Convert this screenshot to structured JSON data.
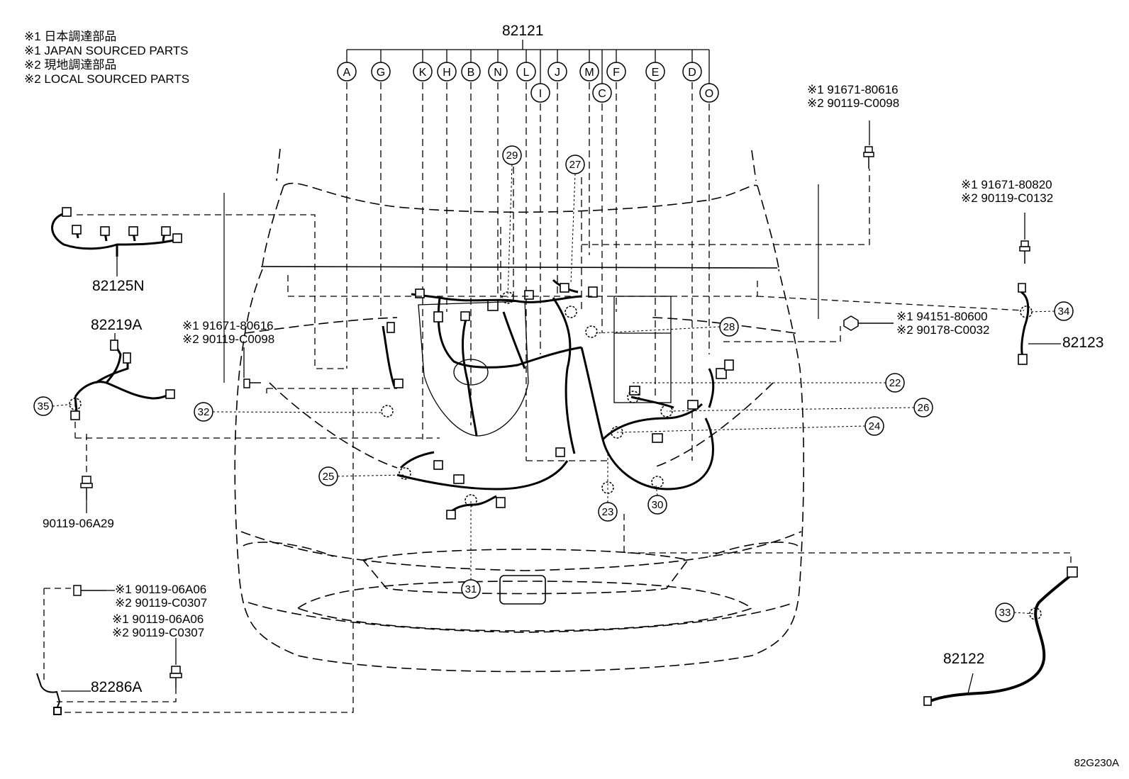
{
  "legend": [
    "※1 日本調達部品",
    "※1 JAPAN SOURCED PARTS",
    "※2 現地調達部品",
    "※2 LOCAL SOURCED PARTS"
  ],
  "harness_main": "82121",
  "connector_letters_row1": [
    "A",
    "G",
    "K",
    "H",
    "B",
    "N",
    "L",
    "J",
    "M",
    "F",
    "E",
    "D"
  ],
  "connector_letters_row2": [
    "I",
    "C",
    "O"
  ],
  "parts": {
    "p82125N": "82125N",
    "p82219A": "82219A",
    "p82123": "82123",
    "p82122": "82122",
    "p82286A": "82286A",
    "p9011906A29": "90119-06A29"
  },
  "codes": {
    "top_right_1": "※1 91671-80616",
    "top_right_2": "※2 90119-C0098",
    "right_1": "※1 91671-80820",
    "right_2": "※2 90119-C0132",
    "nut_1": "※1 94151-80600",
    "nut_2": "※2 90178-C0032",
    "left_1": "※1 91671-80616",
    "left_2": "※2 90119-C0098",
    "bottom_a1": "※1 90119-06A06",
    "bottom_a2": "※2 90119-C0307",
    "bottom_b1": "※1 90119-06A06",
    "bottom_b2": "※2 90119-C0307"
  },
  "callouts": {
    "c22": "22",
    "c23": "23",
    "c24": "24",
    "c25": "25",
    "c26": "26",
    "c27": "27",
    "c28": "28",
    "c29": "29",
    "c30": "30",
    "c31": "31",
    "c32": "32",
    "c33": "33",
    "c34": "34",
    "c35": "35"
  },
  "reference": "82G230A"
}
